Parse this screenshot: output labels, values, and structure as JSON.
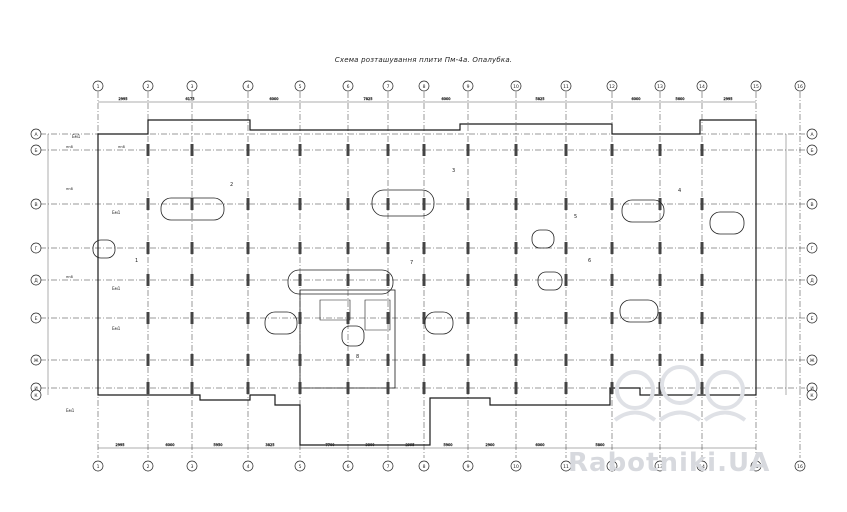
{
  "title": "Схема розташування плити Пм-4а. Опалубка.",
  "axes_top": [
    "1",
    "2",
    "3",
    "4",
    "5",
    "6",
    "7",
    "8",
    "9",
    "10",
    "11",
    "12",
    "13",
    "14",
    "15",
    "16"
  ],
  "axes_left": [
    "A",
    "Б",
    "В",
    "Г",
    "Д",
    "Е",
    "Ж",
    "И",
    "К"
  ],
  "axes_right": [
    "A",
    "Б",
    "В",
    "Г",
    "Д",
    "Е",
    "Ж",
    "И",
    "К"
  ],
  "top_dims": [
    "2995",
    "6175",
    "6000",
    "7825",
    "6000",
    "5825",
    "6000",
    "5600",
    "2995"
  ],
  "bottom_dims": [
    "2995",
    "6000",
    "5950",
    "3825",
    "7700",
    "3800",
    "2995",
    "5900",
    "2900",
    "6000",
    "5800"
  ],
  "callouts": [
    "1",
    "2",
    "3",
    "4",
    "5",
    "6",
    "7",
    "8"
  ],
  "slab_marks": [
    "Бм1",
    "Бм1",
    "Бм1",
    "Бм1",
    "Бм1"
  ],
  "section_marks": [
    "пп8",
    "пп8",
    "пп8",
    "пп8"
  ],
  "watermark": "Rabotniki.UA",
  "colors": {
    "line": "#1a1a1a",
    "grid": "#333333",
    "watermark": "#d7d9de"
  }
}
